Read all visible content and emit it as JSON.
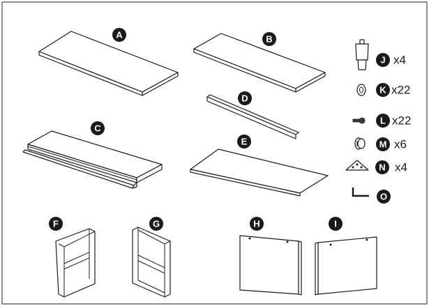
{
  "parts": {
    "A": {
      "letter": "A"
    },
    "B": {
      "letter": "B"
    },
    "C": {
      "letter": "C"
    },
    "D": {
      "letter": "D"
    },
    "E": {
      "letter": "E"
    },
    "F": {
      "letter": "F"
    },
    "G": {
      "letter": "G"
    },
    "H": {
      "letter": "H"
    },
    "I": {
      "letter": "I"
    }
  },
  "hardware": {
    "J": {
      "letter": "J",
      "qty": "x4",
      "icon": "leg-icon"
    },
    "K": {
      "letter": "K",
      "qty": "x22",
      "icon": "washer-icon"
    },
    "L": {
      "letter": "L",
      "qty": "x22",
      "icon": "screw-icon"
    },
    "M": {
      "letter": "M",
      "qty": "x6",
      "icon": "hinge-cup-icon"
    },
    "N": {
      "letter": "N",
      "qty": "x4",
      "icon": "bracket-icon"
    },
    "O": {
      "letter": "O",
      "icon": "allen-key-icon"
    }
  }
}
